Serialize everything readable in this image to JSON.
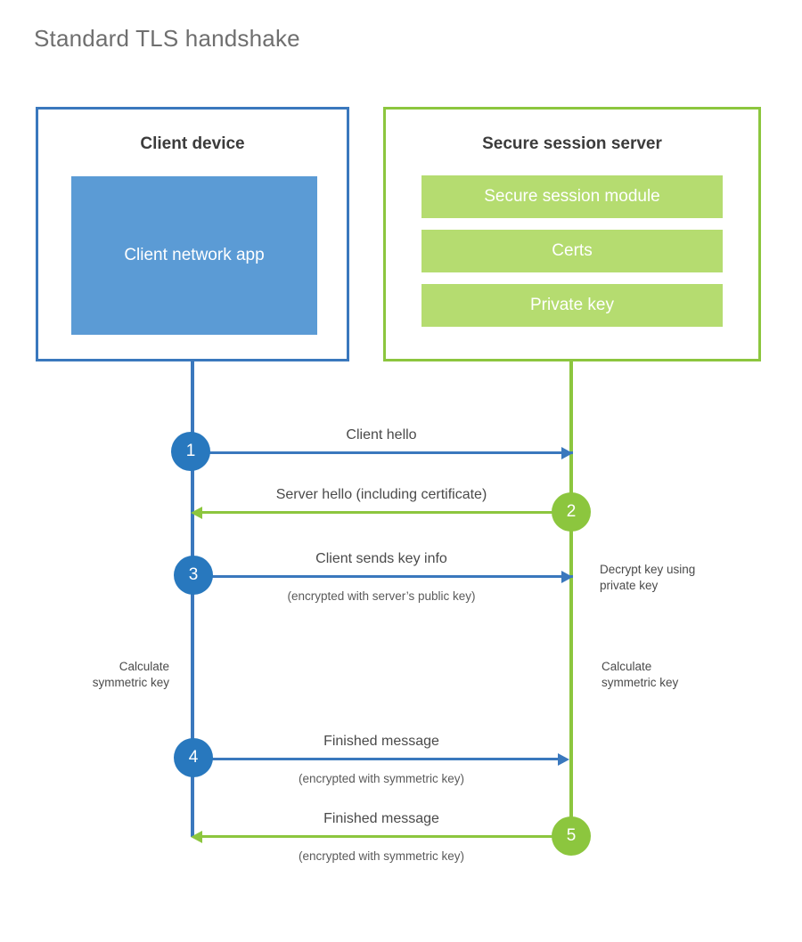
{
  "title": "Standard TLS handshake",
  "colors": {
    "client_border": "#3a78bd",
    "client_app_fill": "#5b9bd5",
    "server_border": "#8cc63e",
    "server_bar_fill": "#b5dc70",
    "step_blue": "#2878be",
    "step_green": "#8cc63e",
    "text": "#4a4a4a",
    "title_text": "#6f6f6f"
  },
  "client": {
    "title": "Client device",
    "app_label": "Client network app"
  },
  "server": {
    "title": "Secure session server",
    "bars": [
      {
        "label": "Secure session module"
      },
      {
        "label": "Certs"
      },
      {
        "label": "Private key"
      }
    ]
  },
  "messages": [
    {
      "step": "1",
      "label": "Client hello",
      "sublabel": "",
      "direction": "client-to-server",
      "color": "blue"
    },
    {
      "step": "2",
      "label": "Server hello (including certificate)",
      "sublabel": "",
      "direction": "server-to-client",
      "color": "green"
    },
    {
      "step": "3",
      "label": "Client sends key info",
      "sublabel": "(encrypted with server’s public key)",
      "direction": "client-to-server",
      "color": "blue"
    },
    {
      "step": "4",
      "label": "Finished message",
      "sublabel": "(encrypted with symmetric key)",
      "direction": "client-to-server",
      "color": "blue"
    },
    {
      "step": "5",
      "label": "Finished message",
      "sublabel": "(encrypted with symmetric key)",
      "direction": "server-to-client",
      "color": "green"
    }
  ],
  "annotations": {
    "server_decrypt": "Decrypt key using\nprivate key",
    "client_calculate": "Calculate\nsymmetric key",
    "server_calculate": "Calculate\nsymmetric key"
  }
}
